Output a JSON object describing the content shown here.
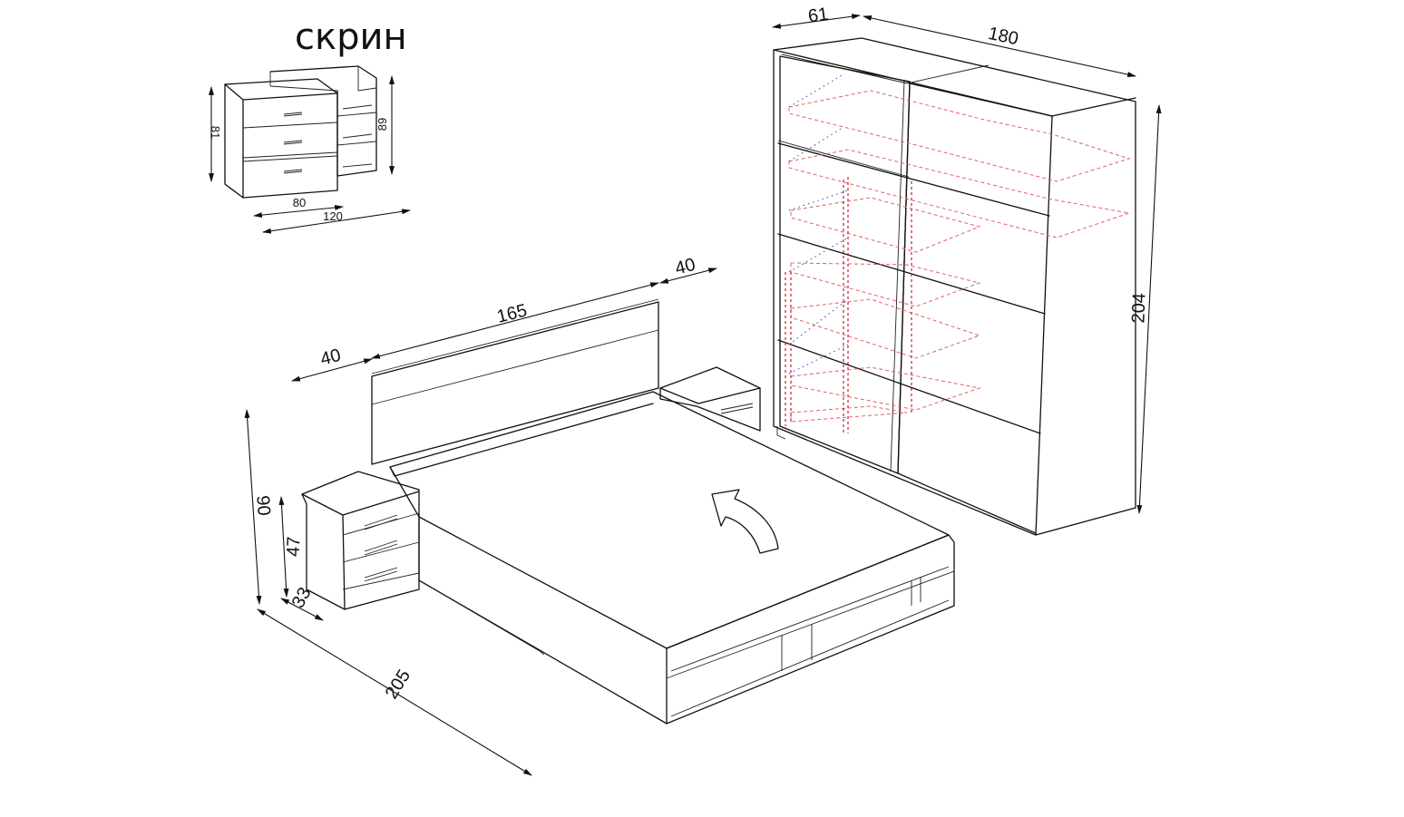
{
  "dresser": {
    "title": "скрин",
    "height_left": "81",
    "height_right": "89",
    "width_inner": "80",
    "width_total": "120"
  },
  "bed": {
    "width": "165",
    "nightstand_left_width": "40",
    "nightstand_right_width": "40",
    "headboard_height": "90",
    "nightstand_height": "47",
    "nightstand_depth": "33",
    "length": "205"
  },
  "wardrobe": {
    "depth": "61",
    "width": "180",
    "height": "204"
  },
  "colors": {
    "line": "#111111",
    "hidden_shelves": "#e0606a",
    "hidden_rail": "#c8202a",
    "hidden_edge": "#3040c0"
  },
  "icons": [
    "arrow-rotate-icon",
    "drawer-handle-icon"
  ]
}
